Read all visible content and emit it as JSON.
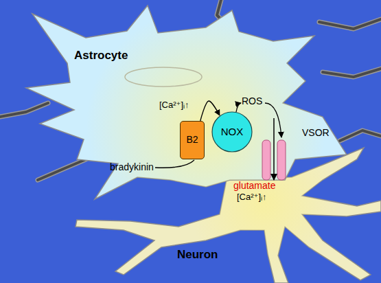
{
  "diagram": {
    "nodes": [
      {
        "text": [
          "Astrocyte"
        ]
      },
      {
        "text": [
          "B2"
        ],
        "in": 0
      },
      {
        "text": [
          "NOX"
        ],
        "in": 0
      },
      {
        "text": [
          "VSOR"
        ],
        "in": 0
      },
      {
        "text": [
          "Neuron"
        ]
      }
    ],
    "edges": [
      {
        "from": 1,
        "to": 2,
        "arrow": "to"
      }
    ],
    "labels": [
      "[Ca²⁺]ᵢ↑",
      "ROS",
      "bradykinin",
      "glutamate",
      "[Ca²⁺]ᵢ↑"
    ]
  }
}
